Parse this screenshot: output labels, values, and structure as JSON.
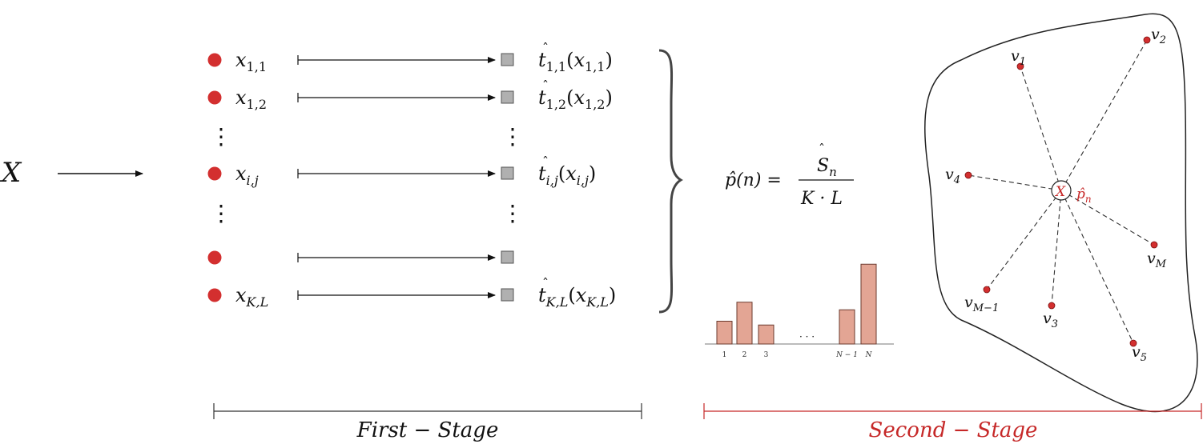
{
  "input": {
    "label": "X"
  },
  "first_stage": {
    "rows": [
      {
        "x_main": "x",
        "x_sub": "1,1",
        "t_main": "t",
        "t_sub": "1,1",
        "t_arg_main": "x",
        "t_arg_sub": "1,1"
      },
      {
        "x_main": "x",
        "x_sub": "1,2",
        "t_main": "t",
        "t_sub": "1,2",
        "t_arg_main": "x",
        "t_arg_sub": "1,2"
      },
      {
        "x_main": "x",
        "x_sub": "i,j",
        "t_main": "t",
        "t_sub": "i,j",
        "t_arg_main": "x",
        "t_arg_sub": "i,j"
      },
      {
        "x_main": "",
        "x_sub": "",
        "t_main": "",
        "t_sub": "",
        "t_arg_main": "",
        "t_arg_sub": ""
      },
      {
        "x_main": "x",
        "x_sub": "K,L",
        "t_main": "t",
        "t_sub": "K,L",
        "t_arg_main": "x",
        "t_arg_sub": "K,L"
      }
    ],
    "vdots": "⋮",
    "label": "First − Stage"
  },
  "formula": {
    "lhs": "p̂(n) =",
    "numerator_main": "S",
    "numerator_sub": "n",
    "denominator": "K · L"
  },
  "histogram": {
    "chart_data": {
      "type": "bar",
      "categories": [
        "1",
        "2",
        "3",
        "N − 1",
        "N"
      ],
      "values": [
        3.0,
        5.5,
        2.5,
        4.5,
        10.5
      ],
      "ellipsis": "· · ·"
    }
  },
  "second_stage": {
    "center_label": "X",
    "center_tag_main": "p̂",
    "center_tag_sub": "n",
    "nodes": [
      {
        "main": "v",
        "sub": "1"
      },
      {
        "main": "v",
        "sub": "2"
      },
      {
        "main": "v",
        "sub": "4"
      },
      {
        "main": "v",
        "sub": "M"
      },
      {
        "main": "v",
        "sub": "M−1"
      },
      {
        "main": "v",
        "sub": "3"
      },
      {
        "main": "v",
        "sub": "5"
      }
    ],
    "label": "Second − Stage"
  },
  "colors": {
    "dot": "#d32f2f",
    "square": "#b0b0b0",
    "bar": "#e3a594",
    "accent": "#c62828"
  }
}
